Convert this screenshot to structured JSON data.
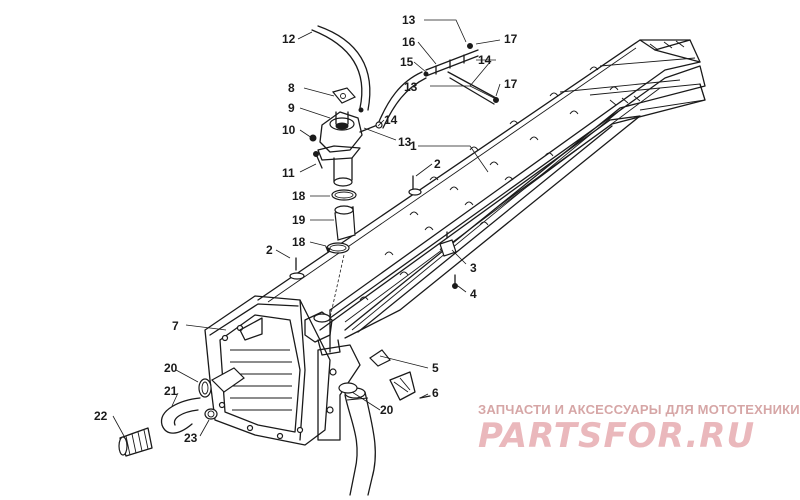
{
  "callouts": [
    {
      "id": "c1",
      "label": "1"
    },
    {
      "id": "c2a",
      "label": "2"
    },
    {
      "id": "c2b",
      "label": "2"
    },
    {
      "id": "c3",
      "label": "3"
    },
    {
      "id": "c4",
      "label": "4"
    },
    {
      "id": "c5",
      "label": "5"
    },
    {
      "id": "c6",
      "label": "6"
    },
    {
      "id": "c7",
      "label": "7"
    },
    {
      "id": "c8",
      "label": "8"
    },
    {
      "id": "c9",
      "label": "9"
    },
    {
      "id": "c10",
      "label": "10"
    },
    {
      "id": "c11",
      "label": "11"
    },
    {
      "id": "c12",
      "label": "12"
    },
    {
      "id": "c13a",
      "label": "13"
    },
    {
      "id": "c13b",
      "label": "13"
    },
    {
      "id": "c13c",
      "label": "13"
    },
    {
      "id": "c14a",
      "label": "14"
    },
    {
      "id": "c14b",
      "label": "14"
    },
    {
      "id": "c15",
      "label": "15"
    },
    {
      "id": "c16",
      "label": "16"
    },
    {
      "id": "c17a",
      "label": "17"
    },
    {
      "id": "c17b",
      "label": "17"
    },
    {
      "id": "c18a",
      "label": "18"
    },
    {
      "id": "c18b",
      "label": "18"
    },
    {
      "id": "c19",
      "label": "19"
    },
    {
      "id": "c20a",
      "label": "20"
    },
    {
      "id": "c20b",
      "label": "20"
    },
    {
      "id": "c21",
      "label": "21"
    },
    {
      "id": "c22",
      "label": "22"
    },
    {
      "id": "c23",
      "label": "23"
    }
  ],
  "watermark": {
    "tagline": "ЗАПЧАСТИ И АКСЕССУАРЫ ДЛЯ МОТОТЕХНИКИ",
    "logo": "PARTSFOR.RU"
  }
}
